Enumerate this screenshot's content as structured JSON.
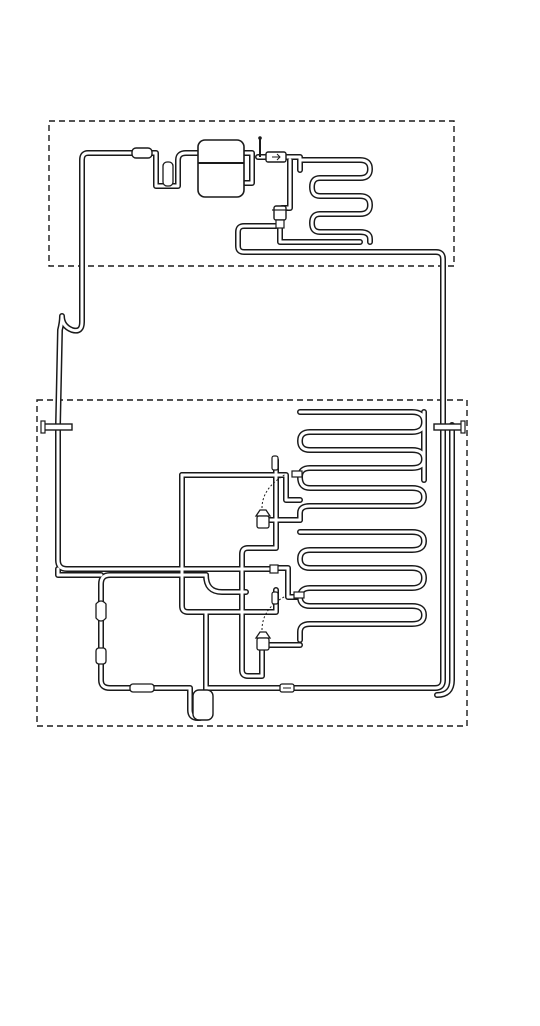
{
  "diagram": {
    "type": "refrigeration-piping-schematic",
    "labels": [],
    "colors": {
      "line": "#1a1a1a",
      "pipe_fill": "#ffffff",
      "component_fill": "#ffffff",
      "background": "#ffffff",
      "boundary": "#1a1a1a"
    },
    "components": [
      {
        "id": "outdoor-unit-boundary",
        "kind": "dashed-enclosure"
      },
      {
        "id": "indoor-unit-boundary",
        "kind": "dashed-enclosure"
      },
      {
        "id": "compressor",
        "kind": "vessel"
      },
      {
        "id": "condenser-coil",
        "kind": "serpentine-coil"
      },
      {
        "id": "evaporator-coil-upper",
        "kind": "serpentine-coil"
      },
      {
        "id": "evaporator-coil-lower",
        "kind": "serpentine-coil"
      },
      {
        "id": "expansion-valve-outdoor",
        "kind": "valve"
      },
      {
        "id": "expansion-valve-upper",
        "kind": "thermostatic-valve"
      },
      {
        "id": "expansion-valve-lower",
        "kind": "thermostatic-valve"
      },
      {
        "id": "service-valve-left",
        "kind": "pipe-coupling"
      },
      {
        "id": "service-valve-right",
        "kind": "pipe-coupling"
      },
      {
        "id": "filter-drier",
        "kind": "inline-component"
      },
      {
        "id": "sight-glass",
        "kind": "inline-component"
      },
      {
        "id": "accumulator-trap",
        "kind": "u-trap"
      }
    ]
  }
}
